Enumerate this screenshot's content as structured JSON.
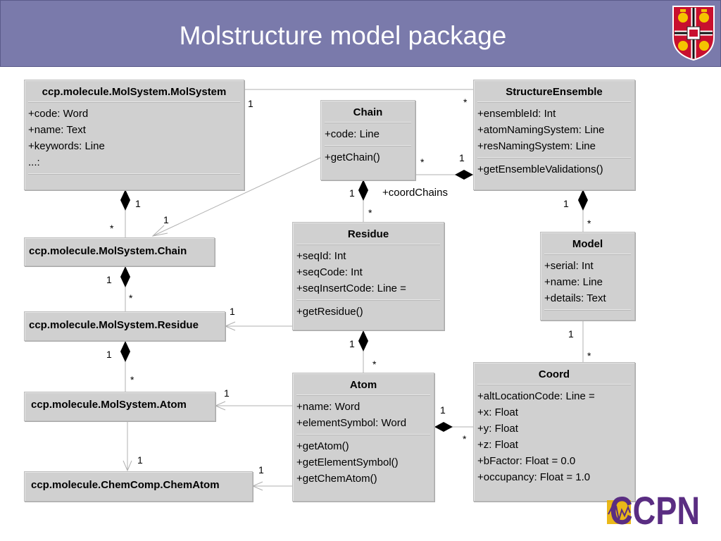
{
  "title": "Molstructure model package",
  "logo_text": "CCPN",
  "boxes": {
    "molsystem": {
      "title": "ccp.molecule.MolSystem.MolSystem",
      "attrs": [
        "+code: Word",
        "+name: Text",
        "+keywords: Line",
        "...:"
      ]
    },
    "ms_chain": {
      "title": "ccp.molecule.MolSystem.Chain"
    },
    "ms_residue": {
      "title": "ccp.molecule.MolSystem.Residue"
    },
    "ms_atom": {
      "title": "ccp.molecule.MolSystem.Atom"
    },
    "chematom": {
      "title": "ccp.molecule.ChemComp.ChemAtom"
    },
    "chain": {
      "title": "Chain",
      "attrs": [
        "+code: Line"
      ],
      "ops": [
        "+getChain()"
      ]
    },
    "residue": {
      "title": "Residue",
      "attrs": [
        "+seqId: Int",
        "+seqCode: Int",
        "+seqInsertCode: Line ="
      ],
      "ops": [
        "+getResidue()"
      ]
    },
    "atom": {
      "title": "Atom",
      "attrs": [
        "+name: Word",
        "+elementSymbol: Word"
      ],
      "ops": [
        "+getAtom()",
        "+getElementSymbol()",
        "+getChemAtom()"
      ]
    },
    "ensemble": {
      "title": "StructureEnsemble",
      "attrs": [
        "+ensembleId: Int",
        "+atomNamingSystem: Line",
        "+resNamingSystem: Line"
      ],
      "ops": [
        "+getEnsembleValidations()"
      ]
    },
    "model": {
      "title": "Model",
      "attrs": [
        "+serial: Int",
        "+name: Line",
        "+details: Text"
      ]
    },
    "coord": {
      "title": "Coord",
      "attrs": [
        "+altLocationCode: Line =",
        "+x: Float",
        "+y: Float",
        "+z: Float",
        "+bFactor: Float = 0.0",
        "+occupancy: Float = 1.0"
      ]
    }
  },
  "labels": {
    "m_ms_ens_1": "1",
    "m_ms_ens_star": "*",
    "m_ms_chain_1": "1",
    "m_ms_chain_star": "*",
    "m_chain_link_1": "1",
    "m_chain_ens_star": "*",
    "m_chain_ens_1": "1",
    "m_chain_res_1": "1",
    "m_chain_res_star": "*",
    "role_coordchains": "+coordChains",
    "m_ens_model_1": "1",
    "m_ens_model_star": "*",
    "m_mschain_res_1": "1",
    "m_mschain_res_star": "*",
    "m_res_link_1": "1",
    "m_msres_atom_1": "1",
    "m_msres_atom_star": "*",
    "m_res_atom_1": "1",
    "m_res_atom_star": "*",
    "m_model_coord_1": "1",
    "m_model_coord_star": "*",
    "m_atom_link_1": "1",
    "m_msatom_chematom_1": "1",
    "m_atom_chematom_1": "1",
    "m_atom_coord_1": "1",
    "m_atom_coord_star": "*"
  },
  "colors": {
    "header_bg": "#7a7aab",
    "box_bg": "#d0d0d0",
    "logo_purple": "#5a2d82",
    "logo_gold": "#e8b000"
  }
}
